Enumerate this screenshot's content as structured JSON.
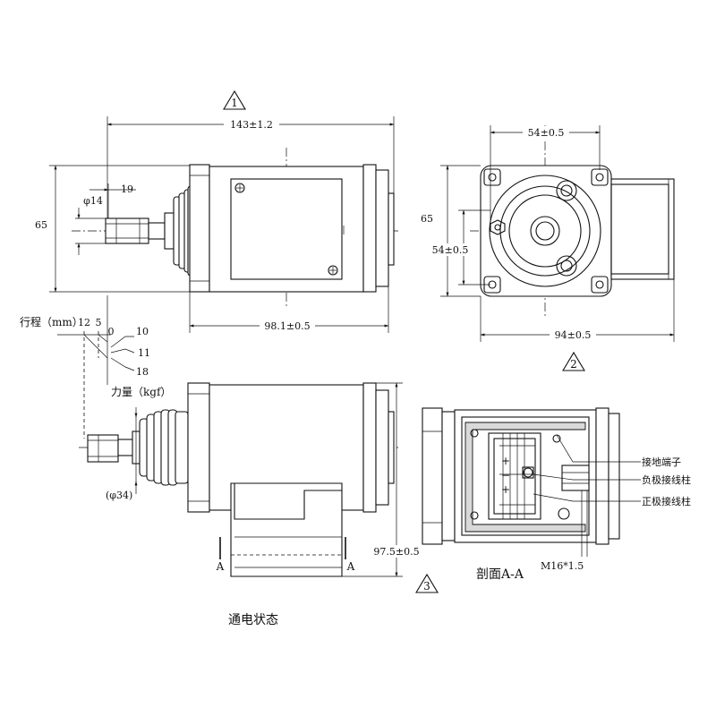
{
  "drawing": {
    "callouts": [
      "1",
      "2",
      "3"
    ],
    "top_view": {
      "length": "143±1.2",
      "height": "65",
      "shaft_offset": "19",
      "shaft_diameter": "φ14",
      "body_length": "98.1±0.5"
    },
    "end_view": {
      "height": "65",
      "bolt_spacing_x": "54±0.5",
      "bolt_spacing_y": "54±0.5",
      "width": "94±0.5"
    },
    "stroke_force": {
      "stroke_label": "行程（mm）",
      "stroke_values": [
        "12",
        "5",
        "0"
      ],
      "force_values": [
        "10",
        "11",
        "18"
      ],
      "force_label": "力量（kgf）"
    },
    "front_view": {
      "bellows_diameter": "(φ34)",
      "height": "97.5±0.5",
      "section_marks": [
        "A",
        "A"
      ],
      "caption": "通电状态"
    },
    "section_view": {
      "caption": "剖面A-A",
      "thread": "M16*1.5",
      "callouts": [
        "接地端子",
        "负极接线柱",
        "正极接线柱"
      ],
      "polarity_marks": [
        "+",
        "−",
        "+"
      ]
    }
  }
}
